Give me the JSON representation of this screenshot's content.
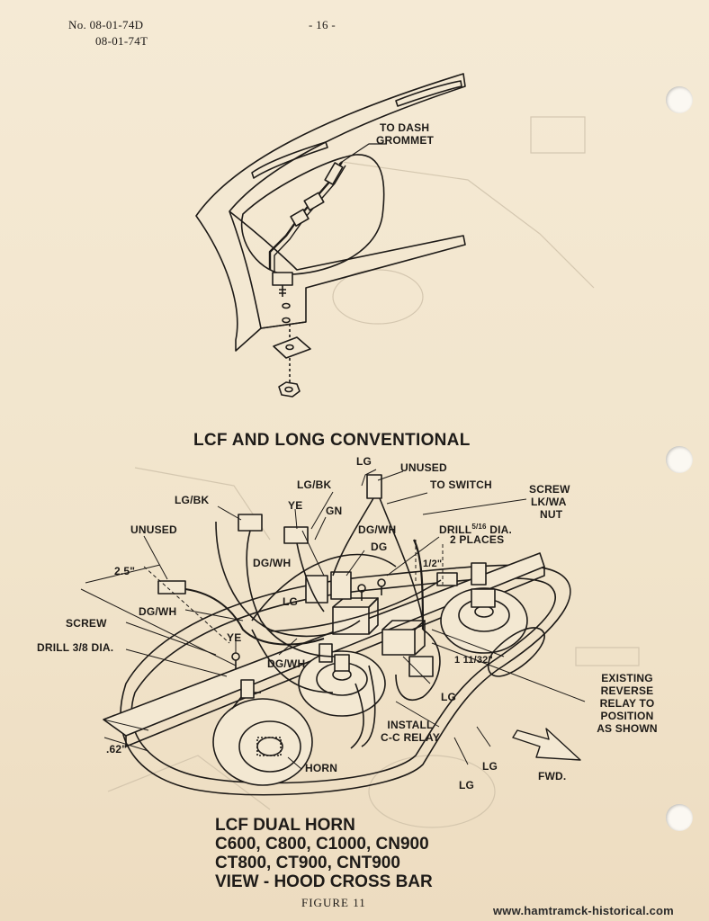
{
  "header": {
    "doc_number_line1": "No. 08-01-74D",
    "doc_number_line2": "08-01-74T",
    "page_number": "- 16 -"
  },
  "upper_diagram": {
    "label_to_dash_grommet_1": "TO DASH",
    "label_to_dash_grommet_2": "GROMMET",
    "title": "LCF AND LONG CONVENTIONAL"
  },
  "lower_diagram": {
    "labels": {
      "lg_top": "LG",
      "unused_top": "UNUSED",
      "lg_bk_a": "LG/BK",
      "lg_bk_b": "LG/BK",
      "to_switch": "TO SWITCH",
      "screw_right": "SCREW",
      "lk_wa": "LK/WA",
      "nut": "NUT",
      "ye_top": "YE",
      "gn": "GN",
      "unused_left": "UNUSED",
      "dg_wh_a": "DG/WH",
      "drill_516_a": "DRILL",
      "drill_516_b": "5/16",
      "drill_516_c": "DIA.",
      "two_places": "2 PLACES",
      "dg": "DG",
      "dim_2_5": "2.5\"",
      "dim_half": "1/2\"",
      "dg_wh_b": "DG/WH",
      "lg_mid": "LG",
      "dg_wh_c": "DG/WH",
      "screw_left": "SCREW",
      "ye_mid": "YE",
      "drill_38": "DRILL 3/8 DIA.",
      "dg_wh_d": "DG/WH",
      "dim_1_11_32": "1 11/32\"",
      "existing_1": "EXISTING",
      "existing_2": "REVERSE",
      "existing_3": "RELAY TO",
      "existing_4": "POSITION",
      "existing_5": "AS SHOWN",
      "lg_low": "LG",
      "install_1": "INSTALL",
      "install_2": "C-C RELAY",
      "dim_62": ".62\"",
      "horn": "HORN",
      "lg_b1": "LG",
      "lg_b2": "LG",
      "fwd": "FWD."
    },
    "caption_1": "LCF DUAL HORN",
    "caption_2": "C600, C800, C1000, CN900",
    "caption_3": "CT800, CT900, CNT900",
    "caption_4": "VIEW - HOOD CROSS BAR"
  },
  "figure_label": "FIGURE 11",
  "watermark": "www.hamtramck-historical.com",
  "colors": {
    "paper": "#f3e8d2",
    "ink": "#1e1b18",
    "bleed": "#c9bfae"
  }
}
